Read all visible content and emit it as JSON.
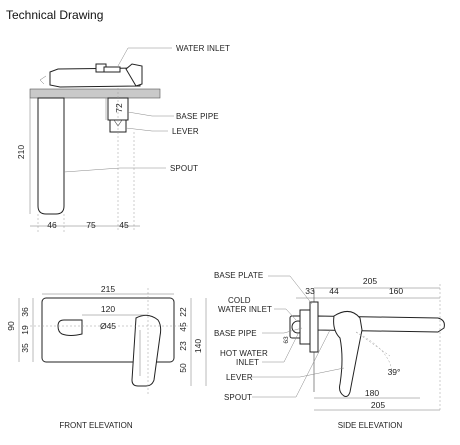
{
  "title": "Technical Drawing",
  "top_view": {
    "labels": {
      "water_inlet": "WATER INLET",
      "base_pipe": "BASE PIPE",
      "lever": "LEVER",
      "spout": "SPOUT"
    },
    "dims": {
      "height_210": "210",
      "pipe_72": "72",
      "d46": "46",
      "d75": "75",
      "d45": "45"
    }
  },
  "front_elevation": {
    "caption": "FRONT ELEVATION",
    "dims": {
      "width_215": "215",
      "width_120": "120",
      "dia_45": "Ø45",
      "left_90": "90",
      "left_36": "36",
      "left_19": "19",
      "left_35": "35",
      "right_22": "22",
      "right_45": "45",
      "right_23": "23",
      "right_50": "50",
      "right_140": "140"
    }
  },
  "side_elevation": {
    "caption": "SIDE ELEVATION",
    "labels": {
      "base_plate": "BASE PLATE",
      "cold_inlet_1": "COLD",
      "cold_inlet_2": "WATER INLET",
      "base_pipe": "BASE PIPE",
      "hot_inlet_1": "HOT WATER",
      "hot_inlet_2": "INLET",
      "lever": "LEVER",
      "spout": "SPOUT"
    },
    "dims": {
      "d205_top": "205",
      "d33": "33",
      "d44": "44",
      "d160": "160",
      "d63": "63",
      "angle_39": "39°",
      "d180": "180",
      "d205_bottom": "205"
    }
  }
}
